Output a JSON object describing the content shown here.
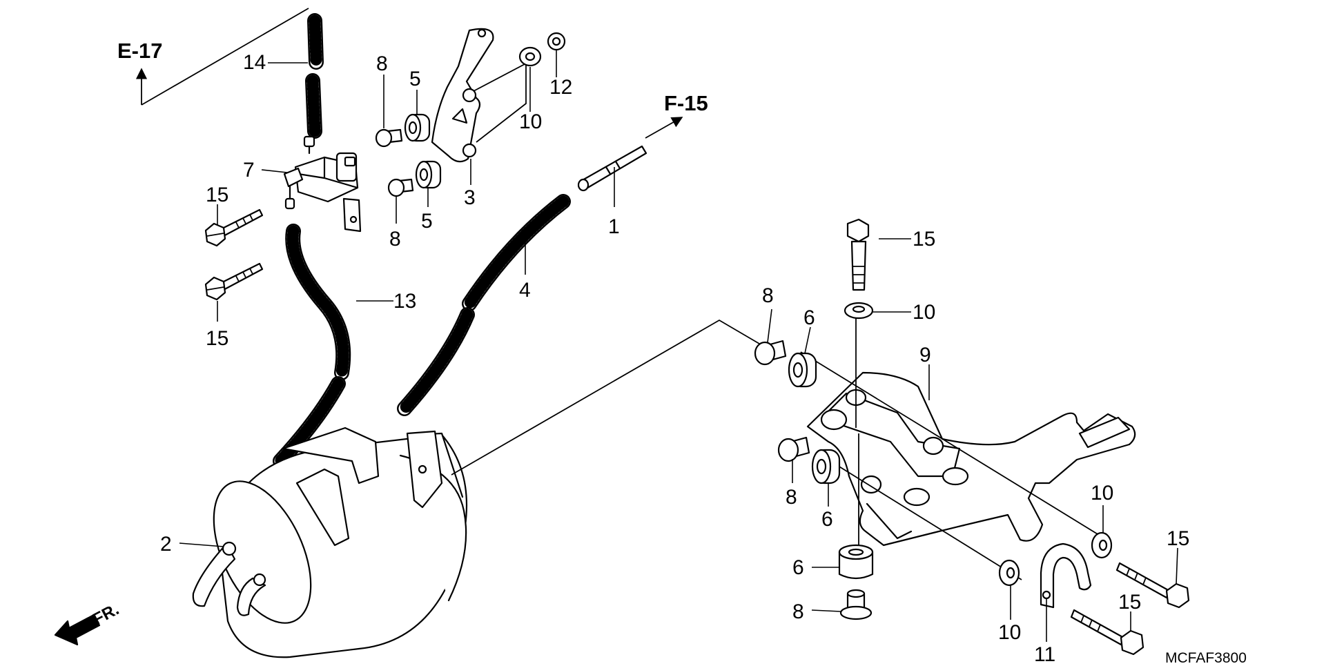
{
  "diagram": {
    "callouts": [
      "1",
      "2",
      "3",
      "4",
      "5",
      "5",
      "6",
      "6",
      "6",
      "7",
      "8",
      "8",
      "8",
      "8",
      "8",
      "9",
      "10",
      "10",
      "10",
      "10",
      "11",
      "12",
      "13",
      "14",
      "15",
      "15",
      "15",
      "15",
      "15"
    ],
    "references": {
      "e17": "E-17",
      "f15": "F-15"
    },
    "front_indicator": "FR.",
    "drawing_code": "MCFAF3800"
  },
  "parts": [
    {
      "number": "1",
      "name": "hose-joint"
    },
    {
      "number": "2",
      "name": "canister-port"
    },
    {
      "number": "3",
      "name": "solenoid-bracket"
    },
    {
      "number": "4",
      "name": "purge-hose"
    },
    {
      "number": "5",
      "name": "rubber-mount"
    },
    {
      "number": "6",
      "name": "rubber-mount"
    },
    {
      "number": "7",
      "name": "purge-control-solenoid-valve"
    },
    {
      "number": "8",
      "name": "collar"
    },
    {
      "number": "9",
      "name": "canister-bracket"
    },
    {
      "number": "10",
      "name": "washer"
    },
    {
      "number": "11",
      "name": "hose-clamp"
    },
    {
      "number": "12",
      "name": "nut"
    },
    {
      "number": "13",
      "name": "canister-hose"
    },
    {
      "number": "14",
      "name": "intake-hose"
    },
    {
      "number": "15",
      "name": "flange-bolt"
    }
  ]
}
